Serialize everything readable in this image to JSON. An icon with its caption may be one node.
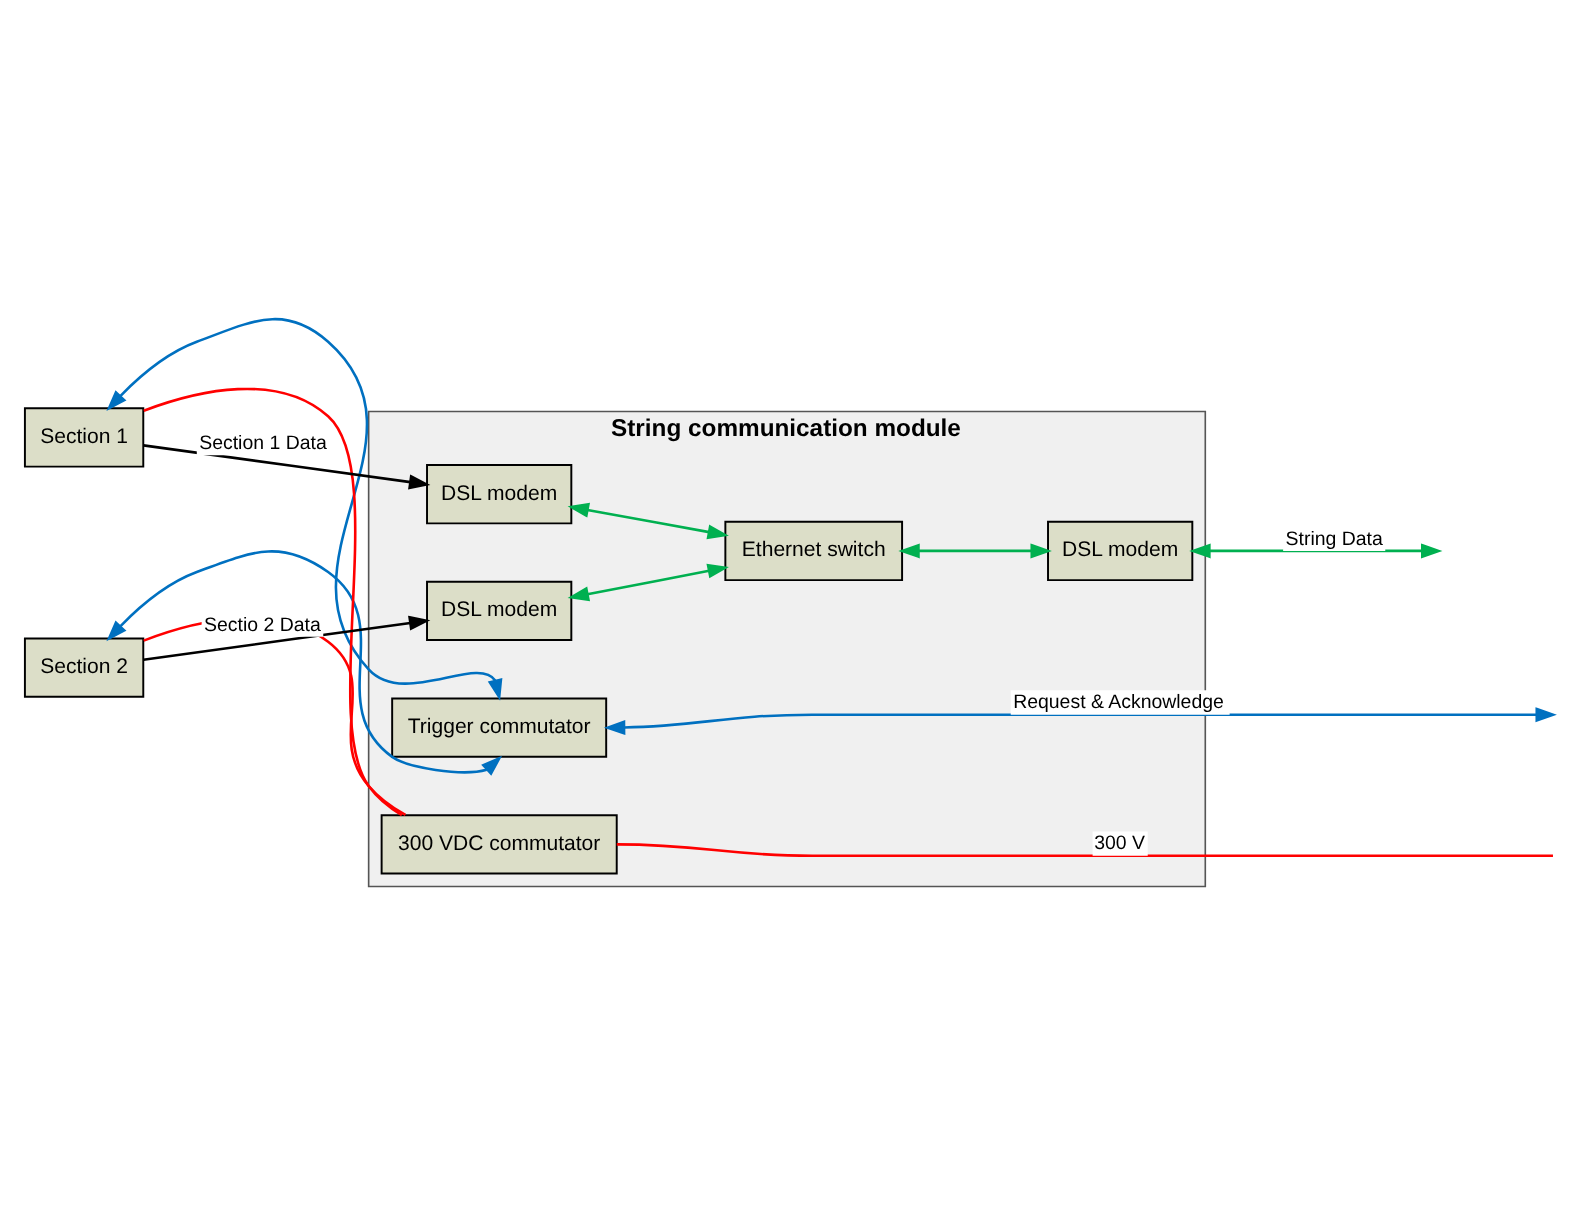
{
  "diagram": {
    "nodes": [
      {
        "text": [
          "String communication module"
        ]
      },
      {
        "text": [
          "DSL modem"
        ],
        "in": 0
      },
      {
        "text": [
          "DSL modem"
        ],
        "in": 0
      },
      {
        "text": [
          "Ethernet switch"
        ],
        "in": 0
      },
      {
        "text": [
          "DSL modem"
        ],
        "in": 0
      },
      {
        "text": [
          "Trigger commutator"
        ],
        "in": 0
      },
      {
        "text": [
          "300 VDC commutator"
        ],
        "in": 0
      },
      {
        "text": [
          "Section 1"
        ]
      },
      {
        "text": [
          "Section 2"
        ]
      }
    ],
    "edges": [
      {
        "from": 7,
        "to": 2,
        "arrow": "to",
        "label": "Section 1 Data",
        "color": "#000000"
      },
      {
        "from": 8,
        "to": 4,
        "arrow": "to",
        "label": "Sectio 2 Data",
        "color": "#000000"
      },
      {
        "from": 2,
        "to": 3,
        "arrow": "both",
        "color": "#00b050"
      },
      {
        "from": 4,
        "to": 3,
        "arrow": "both",
        "color": "#00b050"
      },
      {
        "from": 3,
        "to": 1,
        "arrow": "both",
        "color": "#00b050"
      },
      {
        "from": 1,
        "to": null,
        "arrow": "both",
        "label": "String Data",
        "color": "#00b050"
      },
      {
        "from": 5,
        "to": null,
        "arrow": "both",
        "label": "Request & Acknowledge",
        "color": "#0070c0"
      },
      {
        "from": 6,
        "to": null,
        "arrow": "none",
        "label": "300 V",
        "color": "#ff0000"
      },
      {
        "from": 5,
        "to": 7,
        "arrow": "both",
        "color": "#0070c0"
      },
      {
        "from": 5,
        "to": 8,
        "arrow": "both",
        "color": "#0070c0"
      },
      {
        "from": 6,
        "to": 7,
        "arrow": "none",
        "color": "#ff0000"
      },
      {
        "from": 6,
        "to": 8,
        "arrow": "none",
        "color": "#ff0000"
      }
    ]
  }
}
